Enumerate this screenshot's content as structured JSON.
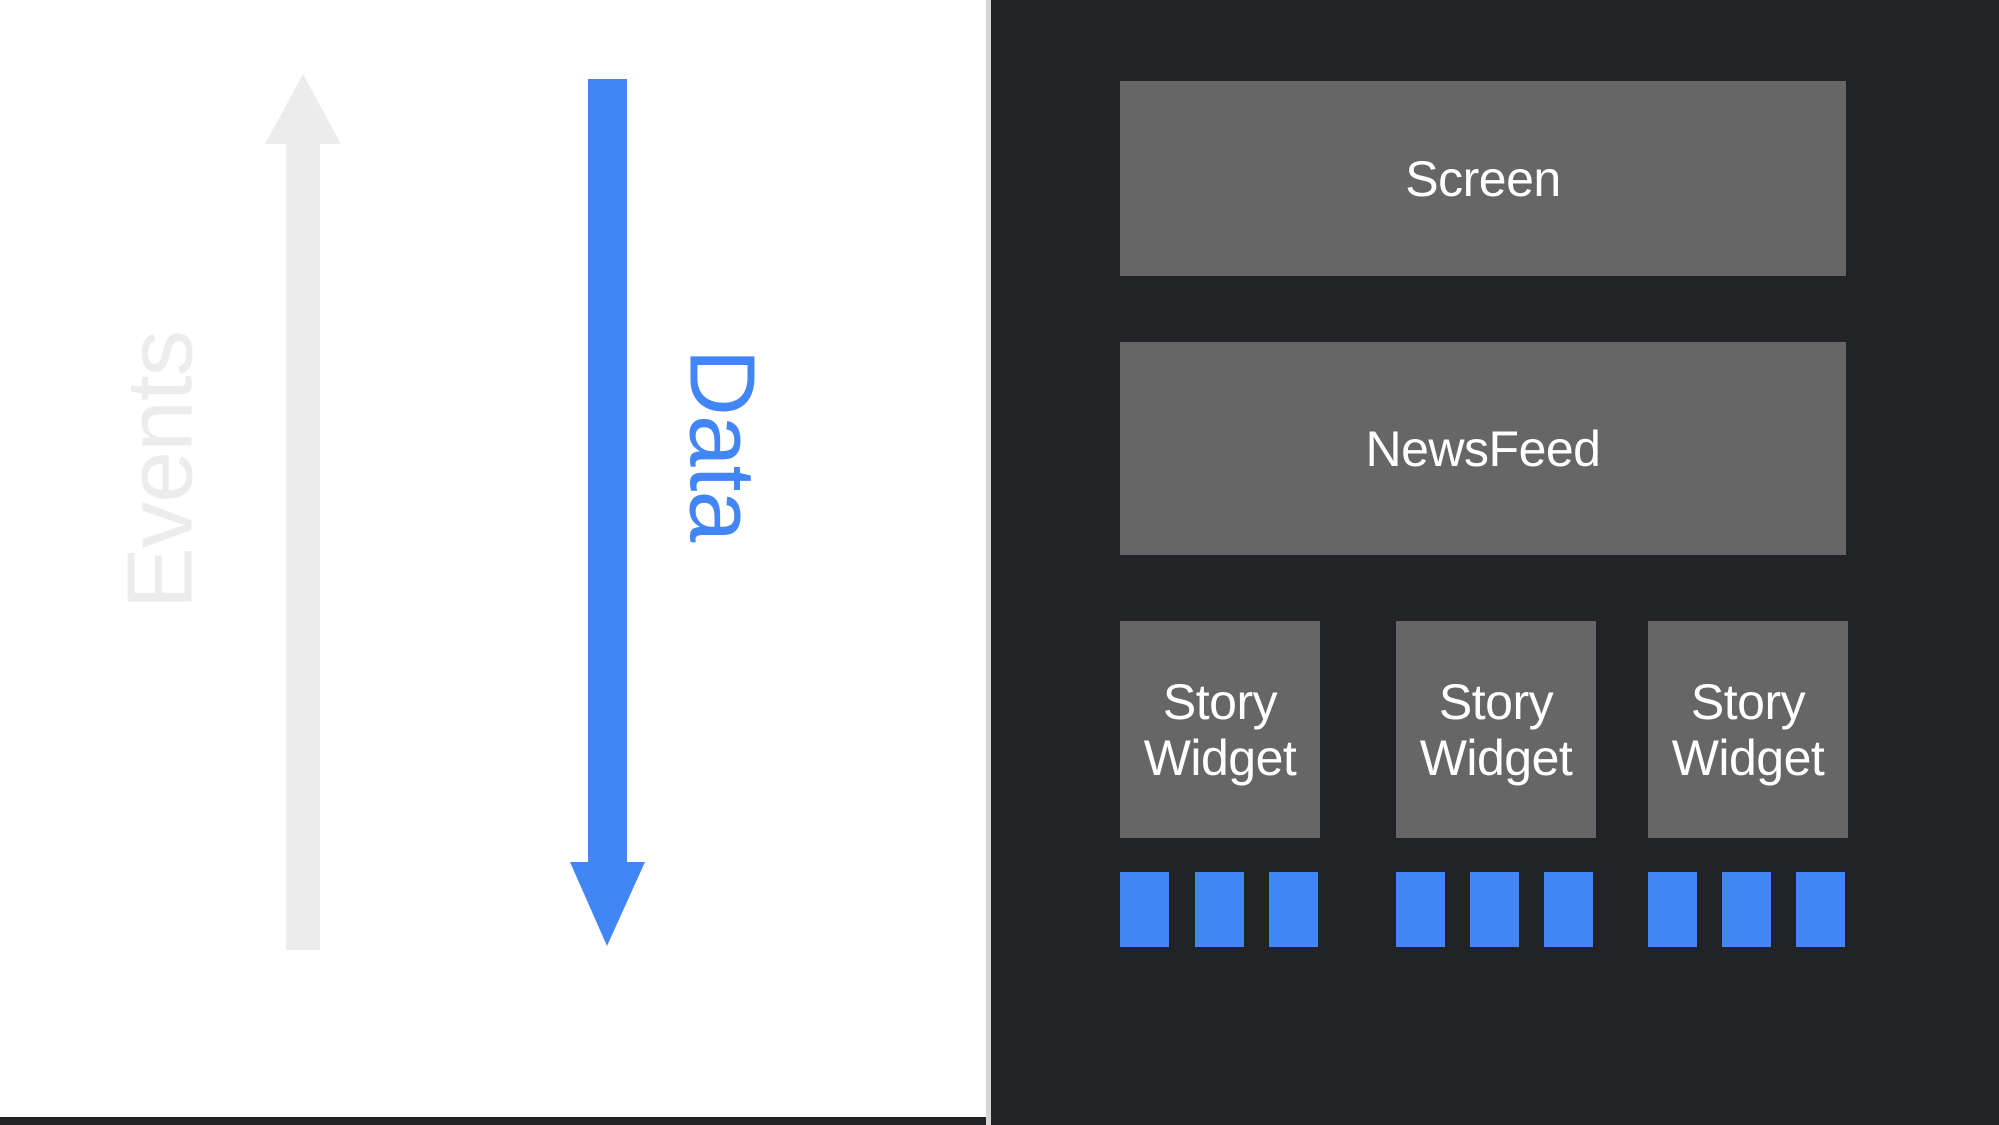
{
  "diagram": {
    "left_panel": {
      "background_color": "#ffffff",
      "arrows": [
        {
          "name": "events-arrow",
          "label": "Events",
          "direction": "up",
          "color": "#ececec",
          "label_color": "#ececec",
          "label_rotation_deg": -90
        },
        {
          "name": "data-arrow",
          "label": "Data",
          "direction": "down",
          "color": "#4285f4",
          "label_color": "#4285f4",
          "label_rotation_deg": 90
        }
      ]
    },
    "right_panel": {
      "background_color": "#212326",
      "box_color": "#666666",
      "box_text_color": "#ffffff",
      "chip_color": "#4285f4",
      "nodes": [
        {
          "id": "screen",
          "label": "Screen",
          "level": 0
        },
        {
          "id": "newsfeed",
          "label": "NewsFeed",
          "level": 1
        }
      ],
      "story_widgets": [
        {
          "id": "story-0",
          "label": "Story\nWidget",
          "line1": "Story",
          "line2": "Widget"
        },
        {
          "id": "story-1",
          "label": "Story\nWidget",
          "line1": "Story",
          "line2": "Widget"
        },
        {
          "id": "story-2",
          "label": "Story\nWidget",
          "line1": "Story",
          "line2": "Widget"
        }
      ],
      "chip_groups": [
        {
          "parent": "story-0",
          "count": 3
        },
        {
          "parent": "story-1",
          "count": 3
        },
        {
          "parent": "story-2",
          "count": 3
        }
      ],
      "chip_total": 9
    }
  },
  "colors": {
    "accent_blue": "#4285f4",
    "panel_dark": "#212326",
    "box_grey": "#666666",
    "arrow_grey": "#ececec",
    "divider": "#d8d6d4"
  }
}
